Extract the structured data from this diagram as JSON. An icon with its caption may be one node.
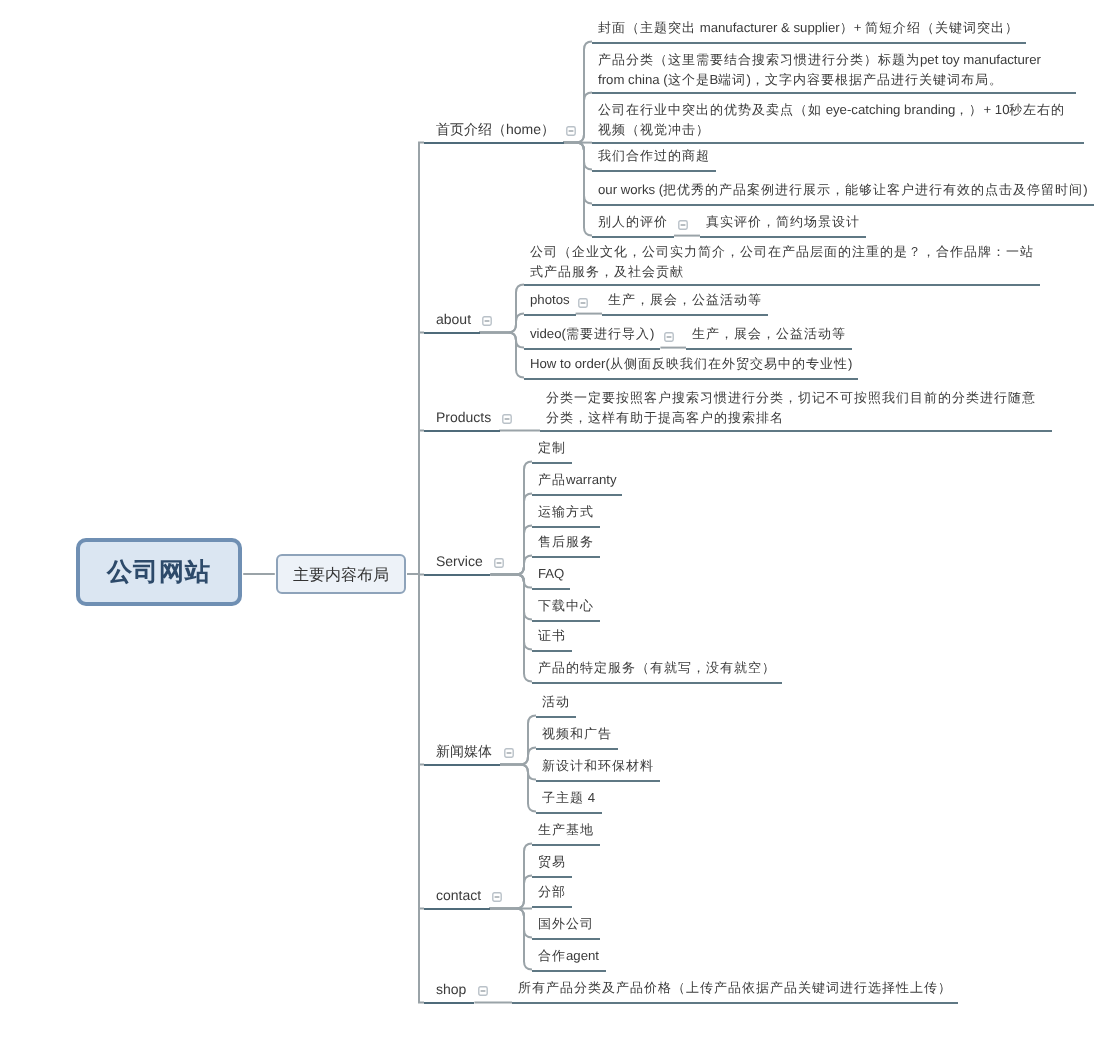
{
  "diagram": {
    "nodes": [
      {
        "text": [
          "公司网站"
        ]
      },
      {
        "text": [
          "主要内容布局"
        ]
      },
      {
        "text": [
          "首页介绍（home）"
        ]
      },
      {
        "text": [
          "封面（主题突出 manufacturer & supplier）+ 简短介绍（关键词突出）"
        ]
      },
      {
        "text": [
          "产品分类（这里需要结合搜索习惯进行分类）标题为pet toy manufacturer from china (这个是B端词)，文字内容要根据产品进行关键词布局。"
        ]
      },
      {
        "text": [
          "公司在行业中突出的优势及卖点（如 eye-catching branding，）+ 10秒左右的视频（视觉冲击）"
        ]
      },
      {
        "text": [
          "我们合作过的商超"
        ]
      },
      {
        "text": [
          "our works (把优秀的产品案例进行展示，能够让客户进行有效的点击及停留时间)"
        ]
      },
      {
        "text": [
          "别人的评价"
        ]
      },
      {
        "text": [
          "真实评价，简约场景设计"
        ]
      },
      {
        "text": [
          "about"
        ]
      },
      {
        "text": [
          "公司（企业文化，公司实力简介，公司在产品层面的注重的是？，合作品牌：一站式产品服务，及社会贡献"
        ]
      },
      {
        "text": [
          "photos"
        ]
      },
      {
        "text": [
          "生产，展会，公益活动等"
        ]
      },
      {
        "text": [
          "video(需要进行导入)"
        ]
      },
      {
        "text": [
          "生产，展会，公益活动等"
        ]
      },
      {
        "text": [
          "How to order(从侧面反映我们在外贸交易中的专业性)"
        ]
      },
      {
        "text": [
          "Products"
        ]
      },
      {
        "text": [
          "分类一定要按照客户搜索习惯进行分类，切记不可按照我们目前的分类进行随意分类，这样有助于提高客户的搜索排名"
        ]
      },
      {
        "text": [
          "Service"
        ]
      },
      {
        "text": [
          "定制"
        ]
      },
      {
        "text": [
          "产品warranty"
        ]
      },
      {
        "text": [
          "运输方式"
        ]
      },
      {
        "text": [
          "售后服务"
        ]
      },
      {
        "text": [
          "FAQ"
        ]
      },
      {
        "text": [
          "下载中心"
        ]
      },
      {
        "text": [
          "证书"
        ]
      },
      {
        "text": [
          "产品的特定服务（有就写，没有就空）"
        ]
      },
      {
        "text": [
          "新闻媒体"
        ]
      },
      {
        "text": [
          "活动"
        ]
      },
      {
        "text": [
          "视频和广告"
        ]
      },
      {
        "text": [
          "新设计和环保材料"
        ]
      },
      {
        "text": [
          "子主题 4"
        ]
      },
      {
        "text": [
          "contact"
        ]
      },
      {
        "text": [
          "生产基地"
        ]
      },
      {
        "text": [
          "贸易"
        ]
      },
      {
        "text": [
          "分部"
        ]
      },
      {
        "text": [
          "国外公司"
        ]
      },
      {
        "text": [
          "合作agent"
        ]
      },
      {
        "text": [
          "shop"
        ]
      },
      {
        "text": [
          "所有产品分类及产品价格（上传产品依据产品关键词进行选择性上传）"
        ]
      }
    ],
    "edges": [
      {
        "from": 0,
        "to": 1,
        "arrow": "none"
      },
      {
        "from": 1,
        "to": 2,
        "arrow": "none"
      },
      {
        "from": 2,
        "to": 3,
        "arrow": "none"
      },
      {
        "from": 2,
        "to": 4,
        "arrow": "none"
      },
      {
        "from": 2,
        "to": 5,
        "arrow": "none"
      },
      {
        "from": 2,
        "to": 6,
        "arrow": "none"
      },
      {
        "from": 2,
        "to": 7,
        "arrow": "none"
      },
      {
        "from": 2,
        "to": 8,
        "arrow": "none"
      },
      {
        "from": 8,
        "to": 9,
        "arrow": "none"
      },
      {
        "from": 1,
        "to": 10,
        "arrow": "none"
      },
      {
        "from": 10,
        "to": 11,
        "arrow": "none"
      },
      {
        "from": 10,
        "to": 12,
        "arrow": "none"
      },
      {
        "from": 12,
        "to": 13,
        "arrow": "none"
      },
      {
        "from": 10,
        "to": 14,
        "arrow": "none"
      },
      {
        "from": 14,
        "to": 15,
        "arrow": "none"
      },
      {
        "from": 10,
        "to": 16,
        "arrow": "none"
      },
      {
        "from": 1,
        "to": 17,
        "arrow": "none"
      },
      {
        "from": 17,
        "to": 18,
        "arrow": "none"
      },
      {
        "from": 1,
        "to": 19,
        "arrow": "none"
      },
      {
        "from": 19,
        "to": 20,
        "arrow": "none"
      },
      {
        "from": 19,
        "to": 21,
        "arrow": "none"
      },
      {
        "from": 19,
        "to": 22,
        "arrow": "none"
      },
      {
        "from": 19,
        "to": 23,
        "arrow": "none"
      },
      {
        "from": 19,
        "to": 24,
        "arrow": "none"
      },
      {
        "from": 19,
        "to": 25,
        "arrow": "none"
      },
      {
        "from": 19,
        "to": 26,
        "arrow": "none"
      },
      {
        "from": 19,
        "to": 27,
        "arrow": "none"
      },
      {
        "from": 1,
        "to": 28,
        "arrow": "none"
      },
      {
        "from": 28,
        "to": 29,
        "arrow": "none"
      },
      {
        "from": 28,
        "to": 30,
        "arrow": "none"
      },
      {
        "from": 28,
        "to": 31,
        "arrow": "none"
      },
      {
        "from": 28,
        "to": 32,
        "arrow": "none"
      },
      {
        "from": 1,
        "to": 33,
        "arrow": "none"
      },
      {
        "from": 33,
        "to": 34,
        "arrow": "none"
      },
      {
        "from": 33,
        "to": 35,
        "arrow": "none"
      },
      {
        "from": 33,
        "to": 36,
        "arrow": "none"
      },
      {
        "from": 33,
        "to": 37,
        "arrow": "none"
      },
      {
        "from": 33,
        "to": 38,
        "arrow": "none"
      },
      {
        "from": 1,
        "to": 39,
        "arrow": "none"
      },
      {
        "from": 39,
        "to": 40,
        "arrow": "none"
      }
    ]
  }
}
